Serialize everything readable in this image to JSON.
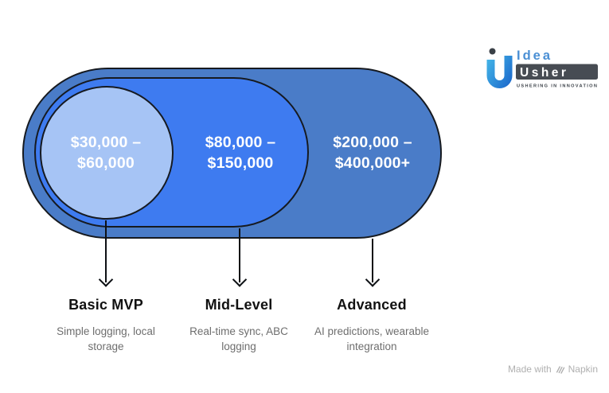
{
  "logo": {
    "brand_top": "Idea",
    "brand_bottom": "Usher",
    "tagline": "USHERING IN INNOVATION"
  },
  "diagram": {
    "outline_color": "#161a20",
    "tiers": [
      {
        "price_line1": "$30,000 –",
        "price_line2": "$60,000",
        "name": "Basic MVP",
        "description": "Simple logging, local storage",
        "color": "#a6c4f5"
      },
      {
        "price_line1": "$80,000 –",
        "price_line2": "$150,000",
        "name": "Mid-Level",
        "description": "Real-time sync, ABC logging",
        "color": "#3e7bf0"
      },
      {
        "price_line1": "$200,000 –",
        "price_line2": "$400,000+",
        "name": "Advanced",
        "description": "AI predictions, wearable integration",
        "color": "#4a7cc8"
      }
    ]
  },
  "footer": {
    "made_with": "Made with",
    "brand": "Napkin"
  }
}
